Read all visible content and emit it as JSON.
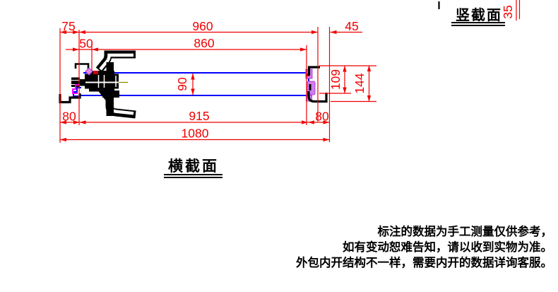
{
  "section_labels": {
    "vertical_section": "竖截面",
    "horizontal_section": "横截面"
  },
  "dimensions": {
    "left_offset": "75",
    "hub_offset": "50",
    "outer_span": "960",
    "inner_span": "860",
    "right_offset": "45",
    "tube_diameter": "90",
    "bracket_inner_height": "109",
    "bracket_outer_height": "144",
    "left_end": "80",
    "tube_length": "915",
    "right_end": "80",
    "overall_length": "1080",
    "section_depth": "35"
  },
  "notes": {
    "lines": [
      "标注的数据为手工测量仅供参考，",
      "如有变动恕难告知，请以收到实物为准。",
      "外包内开结构不一样，需要内开的数据详询客服。"
    ]
  },
  "colors": {
    "dimension_red": "#f00000",
    "tube_blue": "#0000ff",
    "hub_violet": "#cf7dee",
    "accent_magenta": "#ff00ff",
    "centerline_olive": "#8a8a00",
    "geometry_black": "#000000"
  }
}
